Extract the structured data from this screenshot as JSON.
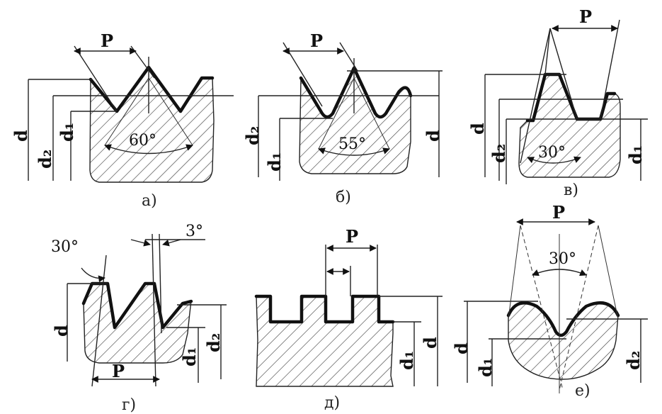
{
  "panels": {
    "a": {
      "caption": "а)",
      "pitch": "P",
      "angle": "60°",
      "d": "d",
      "d2": "d₂",
      "d1": "d₁"
    },
    "b": {
      "caption": "б)",
      "pitch": "P",
      "angle": "55°",
      "d": "d",
      "d2": "d₂",
      "d1": "d₁"
    },
    "v": {
      "caption": "в)",
      "pitch": "P",
      "angle": "30°",
      "d": "d",
      "d2": "d₂",
      "d1": "d₁"
    },
    "g": {
      "caption": "г)",
      "pitch": "P",
      "angle_left": "30°",
      "angle_right": "3°",
      "d": "d",
      "d2": "d₂",
      "d1": "d₁"
    },
    "d": {
      "caption": "д)",
      "pitch": "P",
      "d": "d",
      "d1": "d₁"
    },
    "e": {
      "caption": "е)",
      "pitch": "P",
      "angle": "30°",
      "d": "d",
      "d2": "d₂",
      "d1": "d₁"
    }
  }
}
